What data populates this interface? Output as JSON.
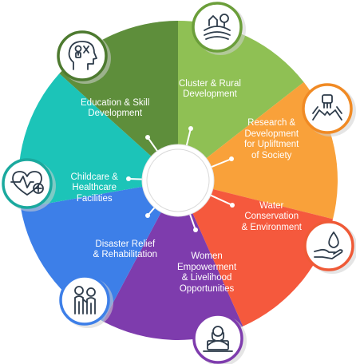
{
  "segments": [
    {
      "id": "cluster-rural",
      "lines": [
        "Cluster & Rural",
        "Development"
      ],
      "color": "#8fc054",
      "icon": "farm-house-icon",
      "icon_color": "#6b9e3a"
    },
    {
      "id": "research",
      "lines": [
        "Research &",
        "Development",
        "for Upliftment",
        "of Society"
      ],
      "color": "#f9a13a",
      "icon": "teamwork-hands-icon",
      "icon_color": "#f08a24"
    },
    {
      "id": "water",
      "lines": [
        "Water",
        "Conservation",
        "& Environment"
      ],
      "color": "#f5593d",
      "icon": "water-drop-hand-icon",
      "icon_color": "#ef5a37"
    },
    {
      "id": "women",
      "lines": [
        "Women",
        "Empowerment",
        "& Livelihood",
        "Opportunities"
      ],
      "color": "#7e3cad",
      "icon": "woman-laptop-icon",
      "icon_color": "#7e3cad"
    },
    {
      "id": "disaster",
      "lines": [
        "Disaster Relief",
        "& Rehabilitation"
      ],
      "color": "#3d7fe8",
      "icon": "people-support-icon",
      "icon_color": "#3d7fe8"
    },
    {
      "id": "childcare",
      "lines": [
        "Childcare &",
        "Healthcare",
        "Facilities"
      ],
      "color": "#1cc4b8",
      "icon": "heart-health-icon",
      "icon_color": "#1aa99e"
    },
    {
      "id": "education",
      "lines": [
        "Education & Skill",
        "Development"
      ],
      "color": "#5e8e3b",
      "icon": "head-skills-icon",
      "icon_color": "#4d7a2f"
    }
  ]
}
